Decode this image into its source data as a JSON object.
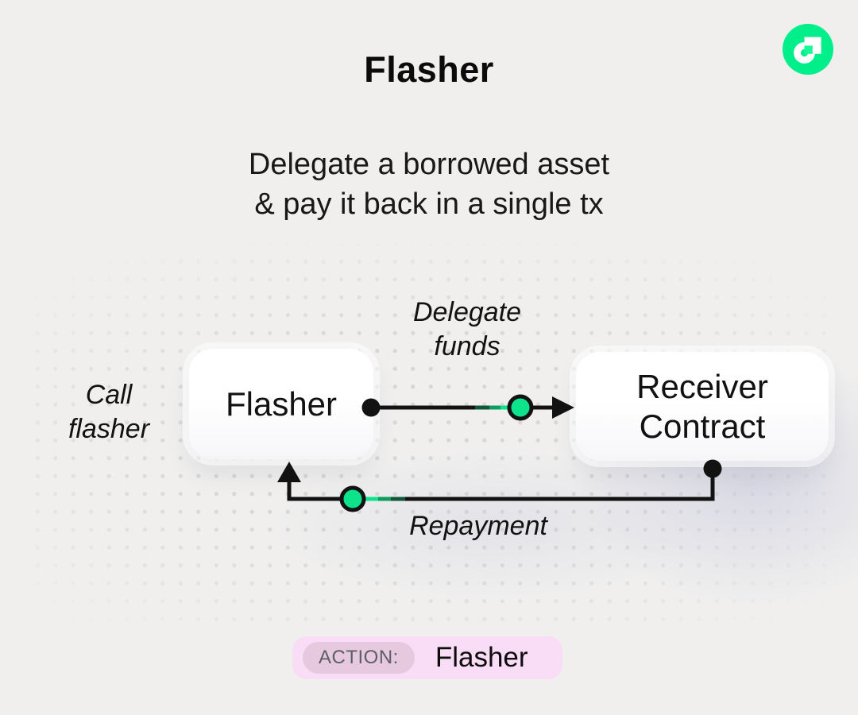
{
  "header": {
    "title": "Flasher",
    "subtitle_line1": "Delegate a borrowed asset",
    "subtitle_line2": "& pay it back in a single tx"
  },
  "logo": {
    "name": "flow-logo",
    "brand_green": "#00EF8B",
    "inner_square_green": "#16F995"
  },
  "diagram": {
    "nodes": {
      "flasher": {
        "label": "Flasher"
      },
      "receiver": {
        "label_line1": "Receiver",
        "label_line2": "Contract"
      }
    },
    "labels": {
      "call_flasher_line1": "Call",
      "call_flasher_line2": "flasher",
      "delegate_line1": "Delegate",
      "delegate_line2": "funds",
      "repayment": "Repayment"
    },
    "colors": {
      "accent_green": "#0CE38A",
      "line_black": "#121212"
    }
  },
  "footer": {
    "action_label": "ACTION:",
    "action_value": "Flasher",
    "badge_bg": "#F9DCF5",
    "badge_inner_bg": "#E6C9DF"
  }
}
